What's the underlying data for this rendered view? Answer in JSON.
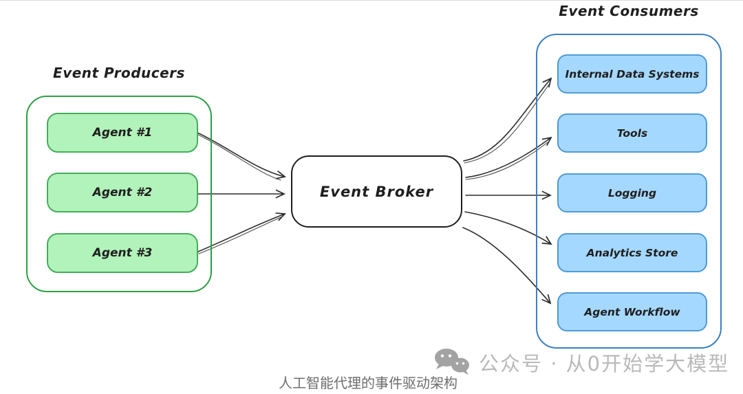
{
  "page": {
    "caption": "人工智能代理的事件驱动架构"
  },
  "watermark": {
    "icon": "wechat-icon",
    "label": "公众号 · 从0开始学大模型"
  },
  "diagram": {
    "producers": {
      "title": "Event Producers",
      "items": [
        {
          "label": "Agent #1"
        },
        {
          "label": "Agent #2"
        },
        {
          "label": "Agent #3"
        }
      ]
    },
    "broker": {
      "label": "Event Broker"
    },
    "consumers": {
      "title": "Event Consumers",
      "items": [
        {
          "label": "Internal Data Systems"
        },
        {
          "label": "Tools"
        },
        {
          "label": "Logging"
        },
        {
          "label": "Analytics Store"
        },
        {
          "label": "Agent Workflow"
        }
      ]
    },
    "colors": {
      "producer_fill": "#b2f2bb",
      "producer_box_stroke": "#44ad5b",
      "producer_container_stroke": "#2f9e44",
      "consumer_fill": "#a5d8ff",
      "consumer_box_stroke": "#4f9ad8",
      "consumer_container_stroke": "#3b7fc2",
      "broker_stroke": "#1e1e1e",
      "arrow": "#2b2b2b",
      "watermark_gray": "#b9b9b9",
      "caption_gray": "#6e6e6e"
    }
  }
}
